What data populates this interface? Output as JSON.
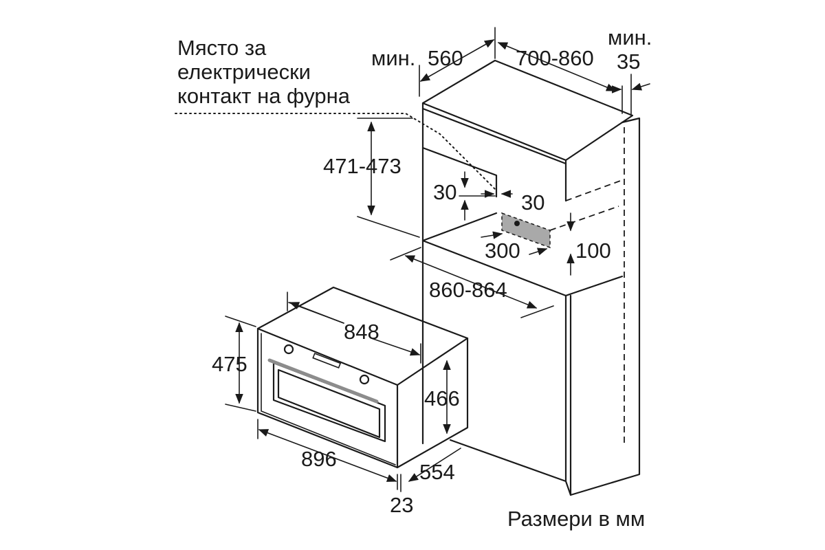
{
  "labels": {
    "socket_line1": "Място за",
    "socket_line2": "електрически",
    "socket_line3": "контакт на фурна",
    "min_left": "мин.",
    "w560": "560",
    "d700_860": "700-860",
    "min_right": "мин.",
    "g35": "35",
    "h471_473": "471-473",
    "g30_left": "30",
    "g30_right": "30",
    "w300": "300",
    "h100": "100",
    "w860_864": "860-864",
    "w848": "848",
    "h475": "475",
    "h466": "466",
    "w896": "896",
    "d554": "554",
    "t23": "23",
    "units": "Размери в мм"
  },
  "colors": {
    "line": "#1a1a1a",
    "socket_area": "#a9a9a9",
    "background": "#ffffff"
  }
}
